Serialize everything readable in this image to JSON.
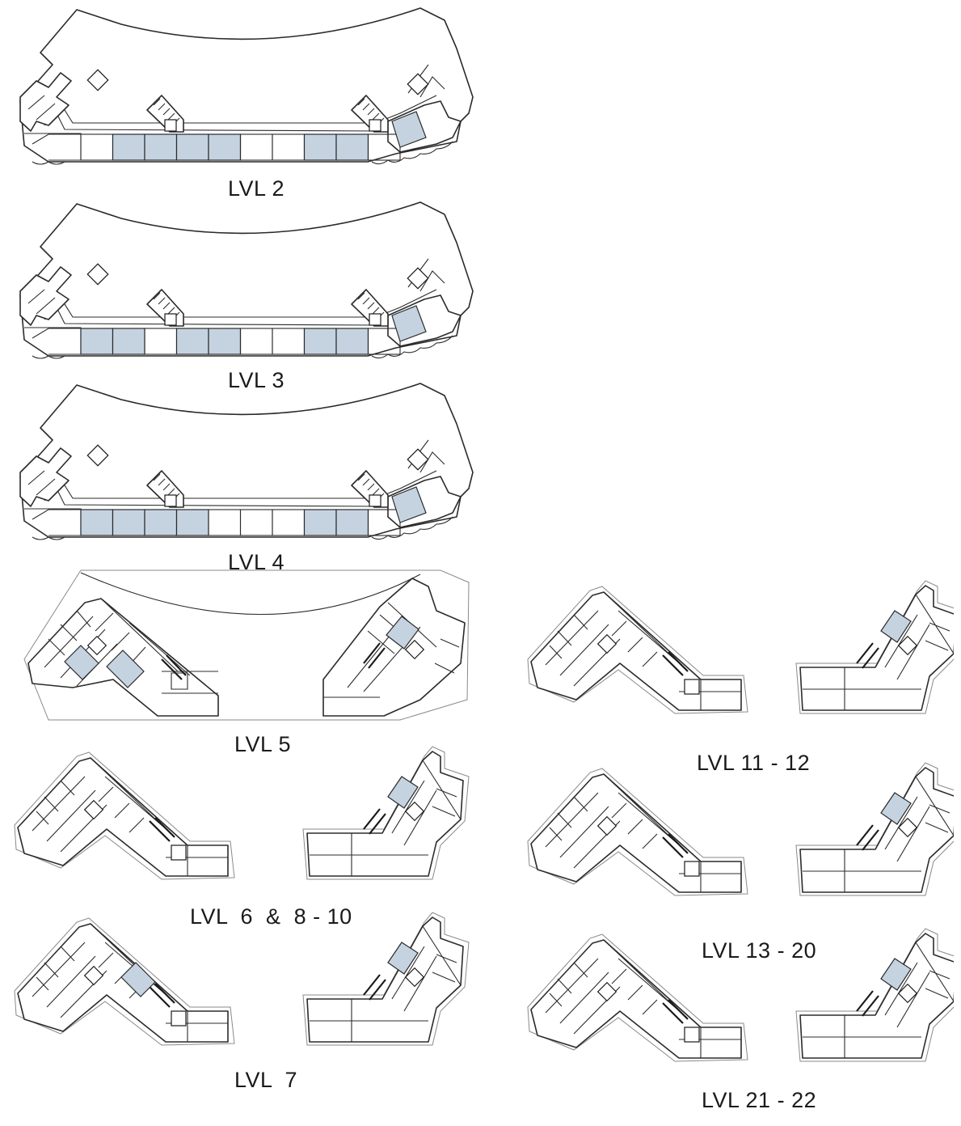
{
  "colors": {
    "highlight": "#c5d3e1",
    "line": "#2b2b2b",
    "background": "#ffffff"
  },
  "labels": {
    "lvl2": "LVL 2",
    "lvl3": "LVL 3",
    "lvl4": "LVL 4",
    "lvl5": "LVL 5",
    "lvl6_8_10": "LVL  6  &  8 - 10",
    "lvl7": "LVL  7",
    "lvl11_12": "LVL 11 - 12",
    "lvl13_20": "LVL 13 - 20",
    "lvl21_22": "LVL 21 - 22"
  },
  "podium_levels": [
    {
      "level": "LVL 2",
      "highlighted_bays": [
        2,
        3,
        4,
        5,
        8,
        9
      ],
      "corner_unit_highlighted": true
    },
    {
      "level": "LVL 3",
      "highlighted_bays": [
        1,
        2,
        4,
        5,
        8,
        9
      ],
      "corner_unit_highlighted": true
    },
    {
      "level": "LVL 4",
      "highlighted_bays": [
        1,
        2,
        3,
        4,
        8,
        9
      ],
      "corner_unit_highlighted": true
    }
  ]
}
